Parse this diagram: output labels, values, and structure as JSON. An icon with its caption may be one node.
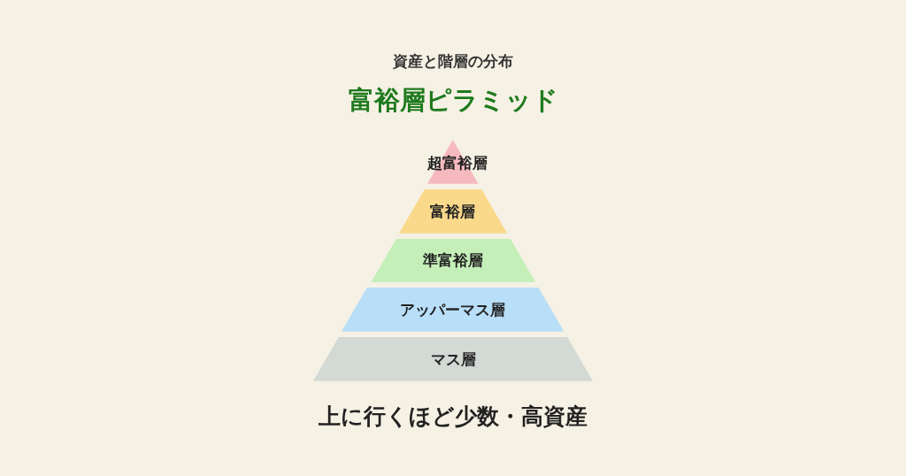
{
  "diagram": {
    "title": "富裕層ピラミッド",
    "caption": "上に行くほど少数・高資産",
    "nodes": [
      {
        "text": [
          "超富裕層"
        ]
      },
      {
        "text": [
          "富裕層"
        ]
      },
      {
        "text": [
          "準富裕層"
        ]
      },
      {
        "text": [
          "アッパーマス層"
        ]
      },
      {
        "text": [
          "マス層"
        ]
      }
    ],
    "labels": [
      "資産と階層の分布"
    ]
  }
}
